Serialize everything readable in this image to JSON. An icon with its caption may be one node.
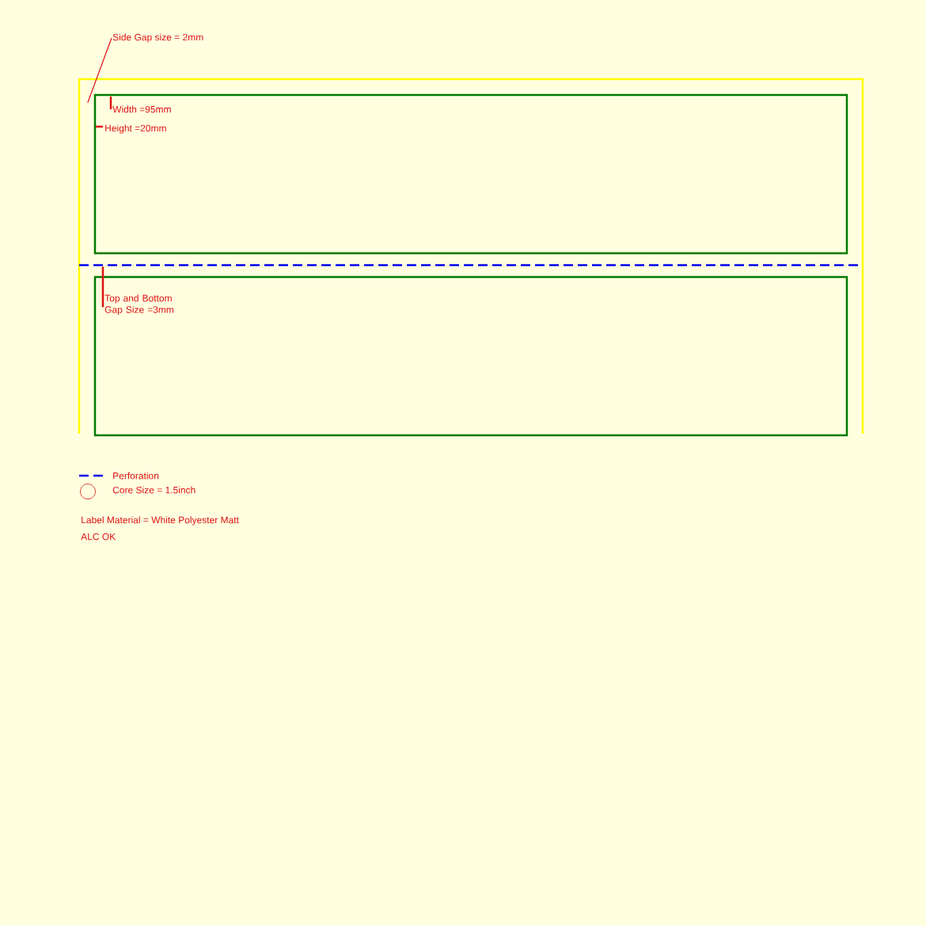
{
  "diagram": {
    "nodes": [
      {
        "text": [],
        "shape": "box"
      },
      {
        "text": [],
        "shape": "box",
        "in": 0
      },
      {
        "text": [],
        "shape": "box",
        "in": 0
      },
      {
        "text": [
          "Side Gap size = 2mm"
        ]
      }
    ],
    "edges": [
      {
        "from": 3,
        "to": 0,
        "arrow": "none"
      }
    ],
    "labels": [
      "Width =95mm",
      "Height =20mm",
      "Top and Bottom Gap Size =3mm",
      "Label Material = White Polyester Matt",
      "ALC OK"
    ],
    "legend": [
      {
        "text": "Perforation"
      },
      {
        "text": "Core Size = 1.5inch"
      }
    ]
  }
}
